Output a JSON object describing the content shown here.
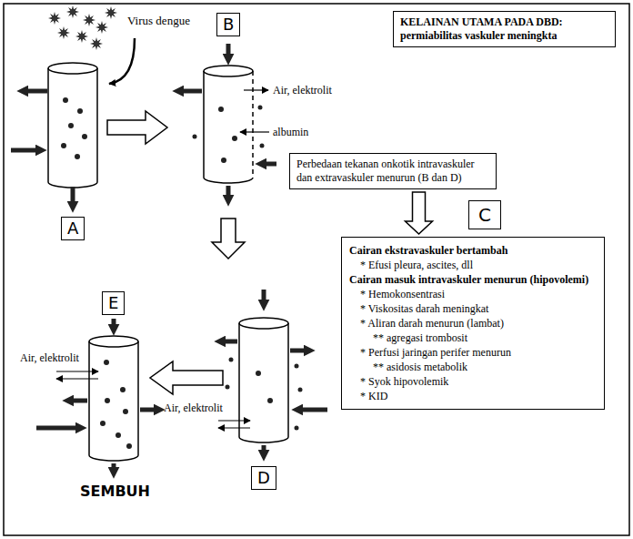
{
  "diagram": {
    "nodes": [
      {
        "text": [
          "KELAINAN UTAMA PADA DBD:",
          "permiabilitas vaskuler meningkta"
        ]
      },
      {
        "text": [
          "B"
        ]
      },
      {
        "text": [
          "Perbedaan tekanan onkotik intravaskuler dan extravaskuler menurun (B dan D)"
        ]
      },
      {
        "text": [
          "C"
        ]
      },
      {
        "text": [
          "A"
        ]
      },
      {
        "text": [
          "Cairan ekstravaskuler bertambah",
          "* Efusi pleura, ascites, dll",
          "Cairan masuk intravaskuler menurun (hipovolemi)",
          "* Hemokonsentrasi",
          "* Viskositas darah meningkat",
          "* Aliran darah menurun (lambat)",
          "** agregasi trombosit",
          "* Perfusi jaringan perifer menurun",
          "** asidosis metabolik",
          "* Syok hipovolemik",
          "* KID"
        ]
      },
      {
        "text": [
          "E"
        ]
      },
      {
        "text": [
          "D"
        ]
      }
    ],
    "edges": [
      {
        "from": 2,
        "to": 5,
        "arrow": "to"
      }
    ],
    "labels": [
      "Virus dengue",
      "Air, elektrolit",
      "albumin",
      "Air, elektrolit",
      "Air, elektrolit",
      "SEMBUH"
    ]
  }
}
